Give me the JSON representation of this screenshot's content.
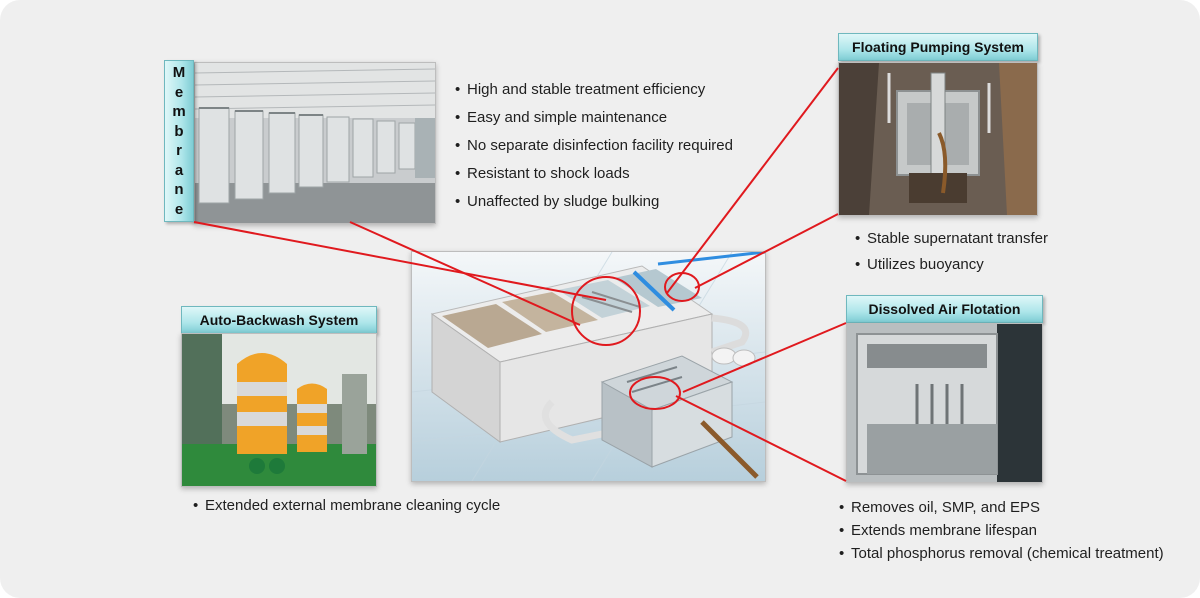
{
  "membrane": {
    "label_letters": [
      "M",
      "e",
      "m",
      "b",
      "r",
      "a",
      "n",
      "e"
    ],
    "bullets": [
      "High and stable treatment efficiency",
      "Easy and simple maintenance",
      "No separate disinfection facility required",
      "Resistant to shock loads",
      "Unaffected by sludge bulking"
    ]
  },
  "floating_pumping": {
    "title": "Floating Pumping System",
    "bullets": [
      "Stable supernatant transfer",
      "Utilizes buoyancy"
    ]
  },
  "auto_backwash": {
    "title": "Auto-Backwash System",
    "bullets": [
      "Extended external membrane cleaning cycle"
    ]
  },
  "dissolved_air_flotation": {
    "title": "Dissolved Air Flotation",
    "bullets": [
      "Removes oil, SMP, and EPS",
      "Extends membrane lifespan",
      "Total phosphorus removal (chemical treatment)"
    ]
  },
  "colors": {
    "connector": "#e0191e",
    "label_fill": "#aee6ea",
    "background": "#efefef"
  }
}
